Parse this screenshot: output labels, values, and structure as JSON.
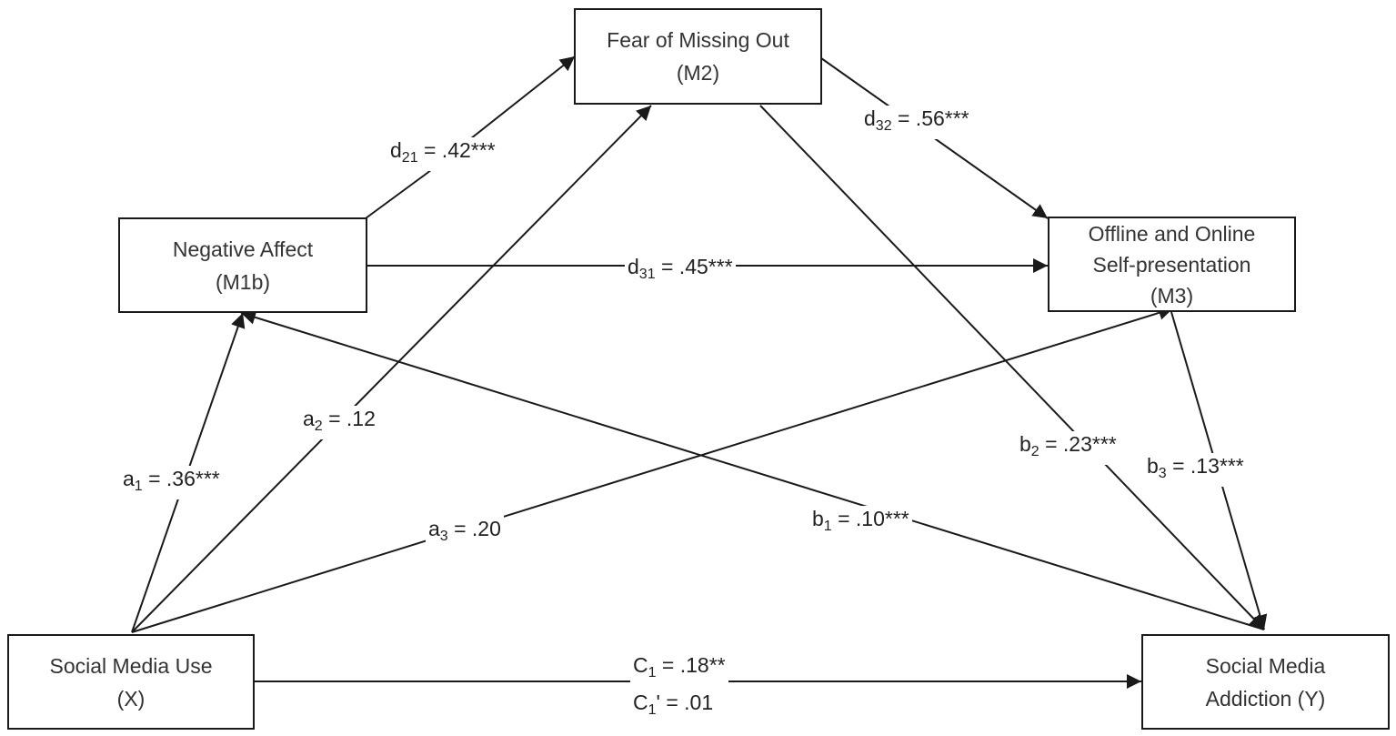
{
  "nodes": {
    "x": {
      "line1": "Social Media Use",
      "line2": "(X)"
    },
    "m1": {
      "line1": "Negative Affect",
      "line2": "(M1b)"
    },
    "m2": {
      "line1": "Fear of Missing Out",
      "line2": "(M2)"
    },
    "m3": {
      "line1": "Offline and Online",
      "line2": "Self-presentation",
      "line3": "(M3)"
    },
    "y": {
      "line1": "Social Media",
      "line2": "Addiction (Y)"
    }
  },
  "paths": {
    "a1": {
      "sym": "a",
      "sub": "1",
      "val": " = .36***"
    },
    "a2": {
      "sym": "a",
      "sub": "2",
      "val": " = .12"
    },
    "a3": {
      "sym": "a",
      "sub": "3",
      "val": " = .20"
    },
    "d21": {
      "sym": "d",
      "sub": "21",
      "val": " = .42***"
    },
    "d31": {
      "sym": "d",
      "sub": "31",
      "val": " = .45***"
    },
    "d32": {
      "sym": "d",
      "sub": "32",
      "val": " = .56***"
    },
    "b1": {
      "sym": "b",
      "sub": "1",
      "val": " = .10***"
    },
    "b2": {
      "sym": "b",
      "sub": "2",
      "val": " = .23***"
    },
    "b3": {
      "sym": "b",
      "sub": "3",
      "val": " = .13***"
    },
    "c1": {
      "sym": "C",
      "sub": "1",
      "val": " = .18**"
    },
    "c1p": {
      "sym": "C",
      "sub": "1",
      "val": "' = .01"
    }
  }
}
